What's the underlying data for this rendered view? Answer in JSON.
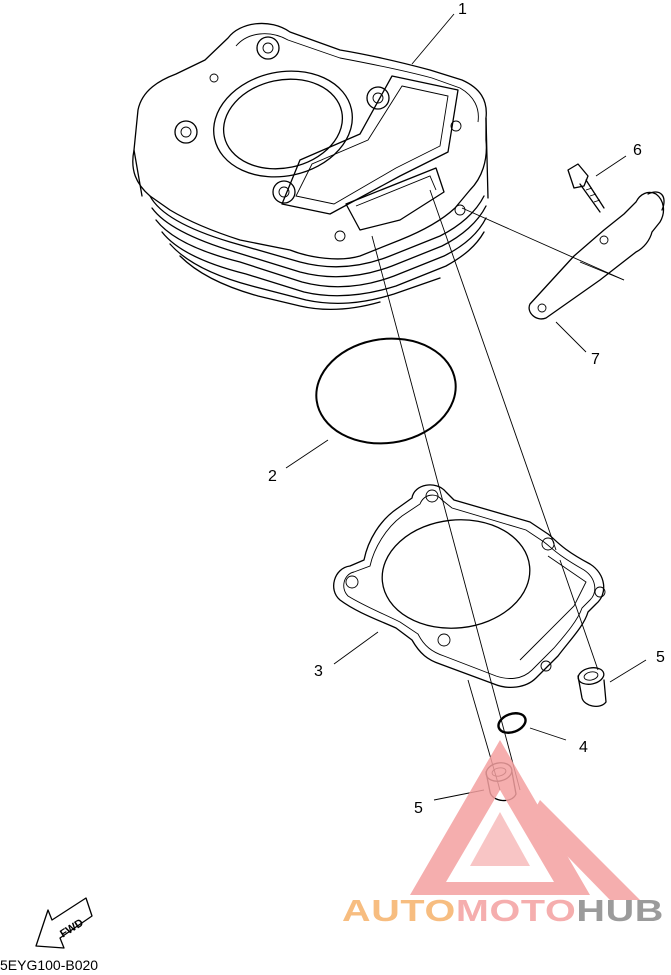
{
  "callouts": {
    "c1": "1",
    "c2": "2",
    "c3": "3",
    "c4": "4",
    "c5a": "5",
    "c5b": "5",
    "c6": "6",
    "c7": "7"
  },
  "fwd_label": "FWD",
  "diagram_code": "5EYG100-B020",
  "watermark": {
    "part1": "AUTO",
    "part2": "MOTO",
    "part3": "HUB",
    "color1": "#f6b26b",
    "color2": "#f4a0a0",
    "color3": "#8a8a8a"
  }
}
